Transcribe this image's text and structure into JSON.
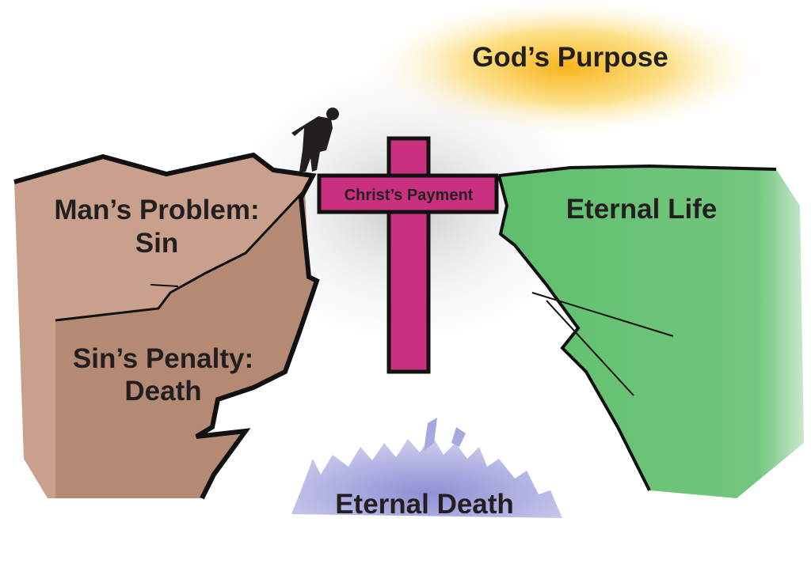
{
  "labels": {
    "gods_purpose": "God’s Purpose",
    "mans_problem_1": "Man’s Problem:",
    "mans_problem_2": "Sin",
    "sins_penalty_1": "Sin’s Penalty:",
    "sins_penalty_2": "Death",
    "christs_payment": "Christ’s Payment",
    "eternal_life": "Eternal Life",
    "eternal_death": "Eternal Death"
  },
  "colors": {
    "left_cliff": "#c9a08c",
    "left_cliff_lower": "#b48a74",
    "right_cliff": "#6cc27a",
    "cross": "#c9307f",
    "glow": "#f9c23a",
    "flames": "#9f9fd8",
    "outline": "#111111"
  }
}
